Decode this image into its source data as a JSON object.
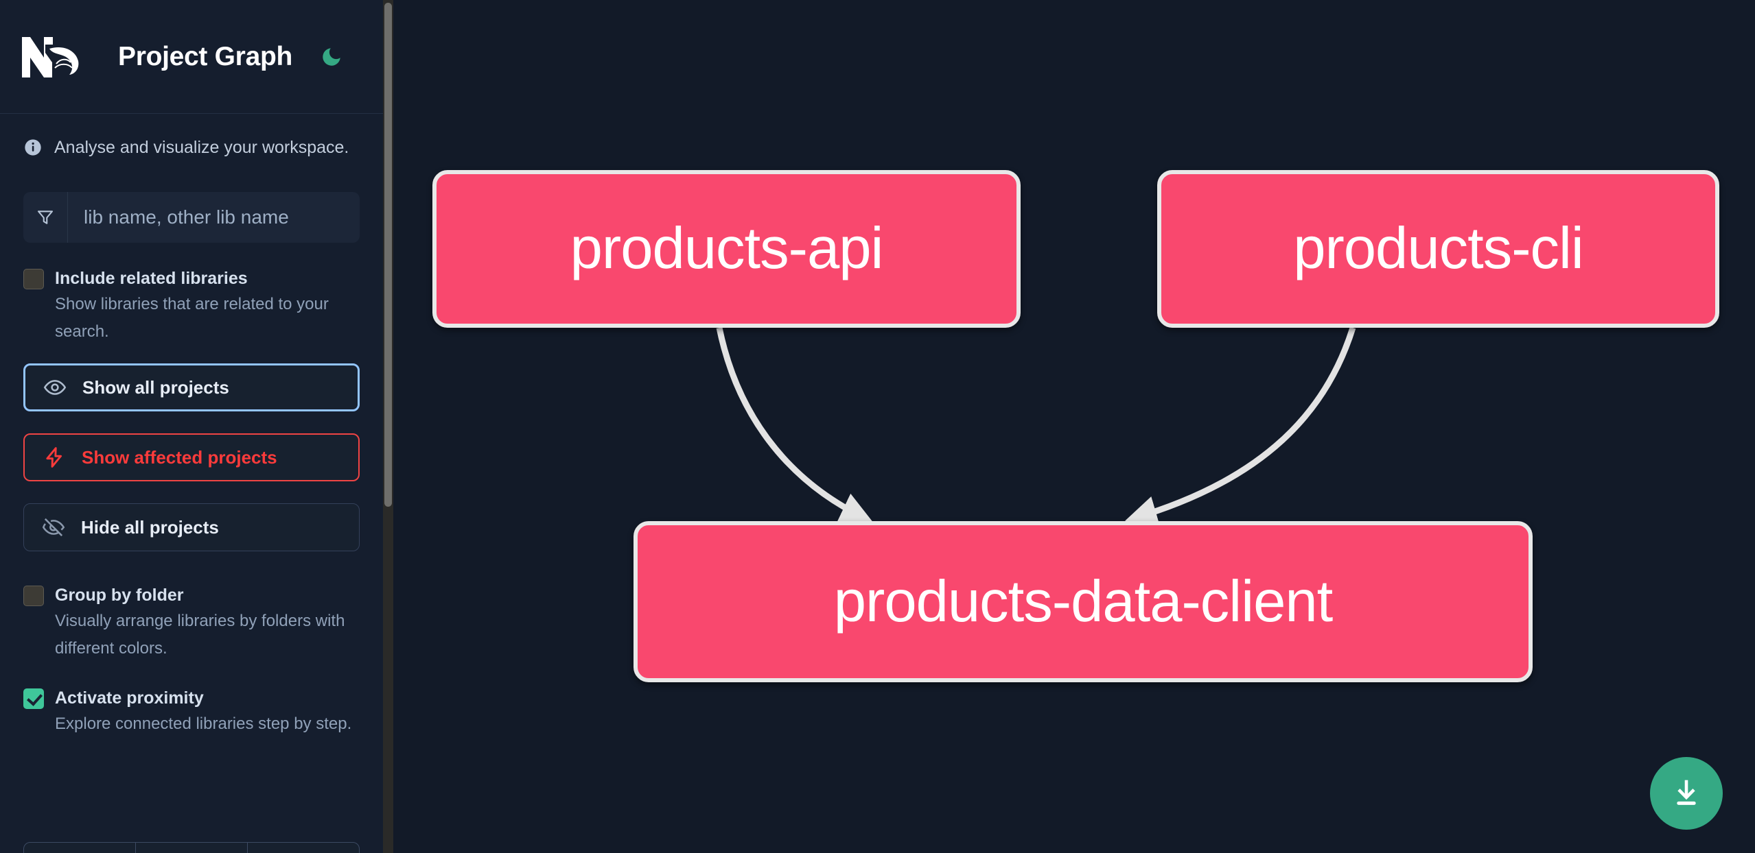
{
  "header": {
    "logo_icon": "nx-logo-icon",
    "title": "Project Graph",
    "theme_toggle_icon": "moon-icon"
  },
  "sidebar": {
    "tagline": "Analyse and visualize your workspace.",
    "tagline_icon": "info-icon",
    "search": {
      "icon": "funnel-filter-icon",
      "placeholder": "lib name, other lib name",
      "value": ""
    },
    "checkboxes": [
      {
        "id": "include-related-libraries",
        "label": "Include related libraries",
        "description": "Show libraries that are related to your search.",
        "checked": false
      },
      {
        "id": "group-by-folder",
        "label": "Group by folder",
        "description": "Visually arrange libraries by folders with different colors.",
        "checked": false
      },
      {
        "id": "activate-proximity",
        "label": "Activate proximity",
        "description": "Explore connected libraries step by step.",
        "checked": true
      }
    ],
    "buttons": [
      {
        "id": "show-all-projects",
        "label": "Show all projects",
        "icon": "eye-icon",
        "style": "primary"
      },
      {
        "id": "show-affected-projects",
        "label": "Show affected projects",
        "icon": "lightning-bolt-icon",
        "style": "danger"
      },
      {
        "id": "hide-all-projects",
        "label": "Hide all projects",
        "icon": "eye-off-icon",
        "style": "neutral"
      }
    ]
  },
  "graph": {
    "nodes": [
      {
        "id": "products-api",
        "label": "products-api"
      },
      {
        "id": "products-cli",
        "label": "products-cli"
      },
      {
        "id": "products-data-client",
        "label": "products-data-client"
      }
    ],
    "edges": [
      {
        "from": "products-api",
        "to": "products-data-client"
      },
      {
        "from": "products-cli",
        "to": "products-data-client"
      }
    ]
  },
  "download_button": {
    "icon": "download-icon",
    "label": ""
  },
  "colors": {
    "node_fill": "#F9486E",
    "node_border": "#E8E8E8",
    "edge": "#E3E3E3",
    "accent_green": "#35A984",
    "danger": "#FB3B3B",
    "primary_border": "#93C5FD",
    "sidebar_bg": "#151E2E",
    "canvas_bg": "#121A28"
  }
}
